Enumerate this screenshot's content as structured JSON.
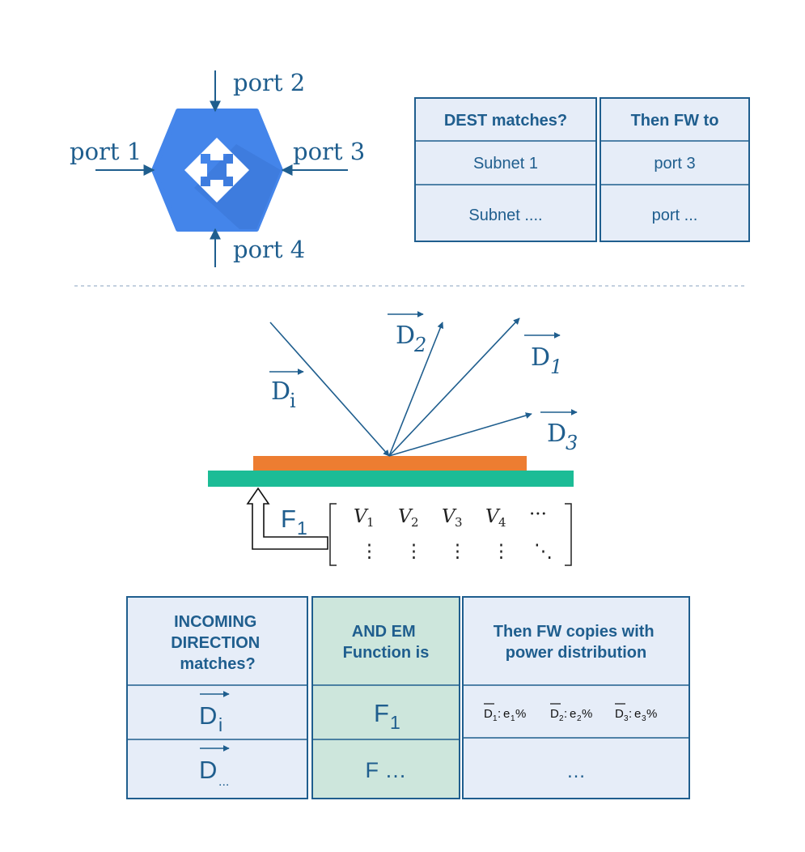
{
  "router": {
    "ports": [
      "port 2",
      "port 1",
      "port 3",
      "port 4"
    ]
  },
  "routing_table": {
    "headers": [
      "DEST matches?",
      "Then FW to"
    ],
    "rows": [
      [
        "Subnet 1",
        "port 3"
      ],
      [
        "Subnet ....",
        "port ..."
      ]
    ]
  },
  "reflection": {
    "incident": {
      "letter": "D",
      "sub": "i"
    },
    "outgoing": [
      {
        "letter": "D",
        "sub": "2"
      },
      {
        "letter": "D",
        "sub": "1"
      },
      {
        "letter": "D",
        "sub": "3"
      }
    ],
    "function": {
      "letter": "F",
      "sub": "1"
    },
    "matrix": {
      "row1": [
        {
          "v": "V",
          "s": "1"
        },
        {
          "v": "V",
          "s": "2"
        },
        {
          "v": "V",
          "s": "3"
        },
        {
          "v": "V",
          "s": "4"
        }
      ],
      "row1_tail": "···",
      "row2": [
        "⋮",
        "⋮",
        "⋮",
        "⋮"
      ],
      "row2_tail": "⋱"
    }
  },
  "em_table": {
    "headers": [
      [
        "INCOMING",
        "DIRECTION",
        "matches?"
      ],
      [
        "AND EM",
        "Function is"
      ],
      [
        "Then FW copies with",
        "power distribution"
      ]
    ],
    "row1": {
      "direction": {
        "letter": "D",
        "sub": "i"
      },
      "function": {
        "letter": "F",
        "sub": "1"
      },
      "distribution": [
        {
          "d": "D",
          "ds": "1",
          "e": "e",
          "es": "1",
          "pct": "%"
        },
        {
          "d": "D",
          "ds": "2",
          "e": "e",
          "es": "2",
          "pct": "%"
        },
        {
          "d": "D",
          "ds": "3",
          "e": "e",
          "es": "3",
          "pct": "%"
        }
      ]
    },
    "row2": {
      "direction": {
        "letter": "D",
        "sub": "..."
      },
      "function": "F …",
      "distribution": "…"
    }
  },
  "colors": {
    "blue_text": "#1f5e8e",
    "router_blue": "#4485ea",
    "table_fill": "#e6edf8",
    "table_green": "#cde6dc",
    "substrate_green": "#1cbc96",
    "metasurface_orange": "#ed7d31"
  }
}
